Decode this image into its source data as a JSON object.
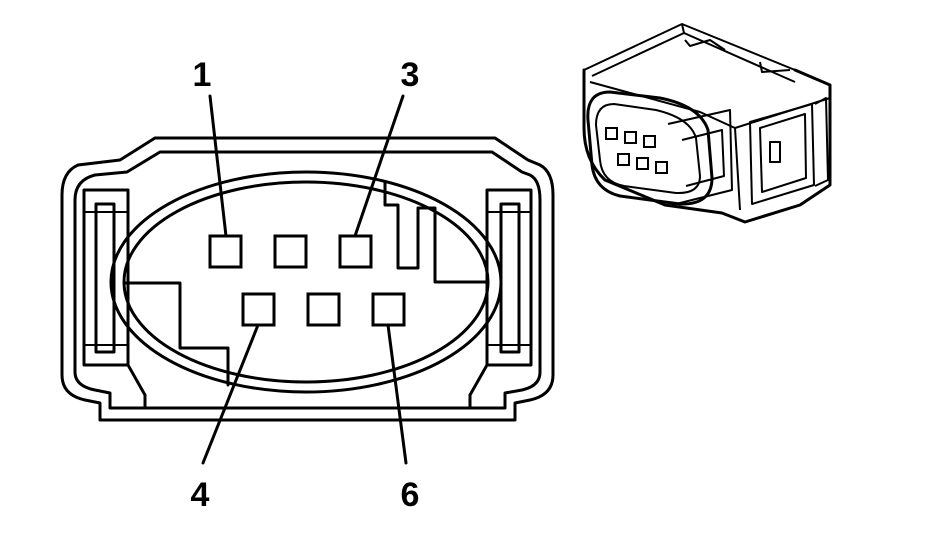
{
  "pin_labels": {
    "pin1": "1",
    "pin3": "3",
    "pin4": "4",
    "pin6": "6"
  },
  "colors": {
    "line": "#000000",
    "background": "#ffffff"
  }
}
